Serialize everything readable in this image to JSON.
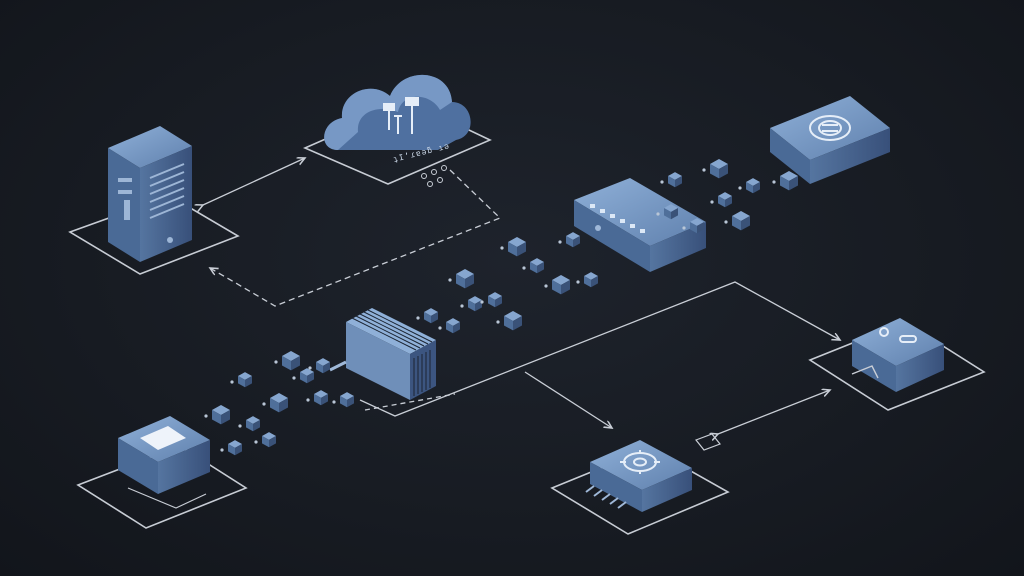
{
  "diagram": {
    "cloud_label": "ʇIʼɾɐǝƃ ıǝ",
    "colors": {
      "background": "#171b22",
      "device_face_light": "#6f8fb9",
      "device_face_mid": "#4e6e9a",
      "device_face_dark": "#2f4566",
      "platform_line": "#c7ccd4",
      "connector": "#c9ced6"
    },
    "nodes": [
      {
        "id": "server-tower",
        "icon": "server-icon"
      },
      {
        "id": "cloud",
        "icon": "cloud-upload-icon"
      },
      {
        "id": "router-top-right",
        "icon": "sync-icon"
      },
      {
        "id": "switch-center",
        "icon": "switch-icon"
      },
      {
        "id": "gateway-module",
        "icon": "chip-icon"
      },
      {
        "id": "terminal-bottom-left",
        "icon": "terminal-icon"
      },
      {
        "id": "hub-bottom-center",
        "icon": "target-icon"
      },
      {
        "id": "sensor-right",
        "icon": "sensor-icon"
      }
    ]
  }
}
